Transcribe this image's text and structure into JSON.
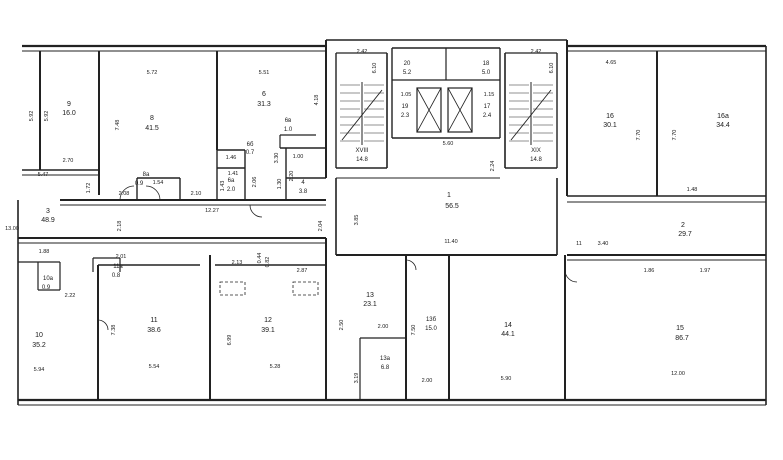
{
  "plan": {
    "rooms": [
      {
        "id": "room-9",
        "num": "9",
        "area": "16.0"
      },
      {
        "id": "room-8",
        "num": "8",
        "area": "41.5"
      },
      {
        "id": "room-6",
        "num": "6",
        "area": "31.3"
      },
      {
        "id": "room-6v",
        "num": "6в",
        "area": "1.0"
      },
      {
        "id": "room-6b",
        "num": "6б",
        "area": "0.7"
      },
      {
        "id": "room-8a",
        "num": "8а",
        "area": "0.9"
      },
      {
        "id": "room-6a",
        "num": "6а",
        "area": "2.0"
      },
      {
        "id": "room-4",
        "num": "4",
        "area": "3.8"
      },
      {
        "id": "room-3",
        "num": "3",
        "area": "48.9"
      },
      {
        "id": "room-stair-18",
        "num": "XVIII",
        "area": "14.8"
      },
      {
        "id": "room-20",
        "num": "20",
        "area": "5.2"
      },
      {
        "id": "room-18",
        "num": "18",
        "area": "5.0"
      },
      {
        "id": "room-19",
        "num": "19",
        "area": "2.3"
      },
      {
        "id": "room-17",
        "num": "17",
        "area": "2.4"
      },
      {
        "id": "room-stair-19",
        "num": "XIX",
        "area": "14.8"
      },
      {
        "id": "room-1",
        "num": "1",
        "area": "56.5"
      },
      {
        "id": "room-16",
        "num": "16",
        "area": "30.1"
      },
      {
        "id": "room-16a",
        "num": "16а",
        "area": "34.4"
      },
      {
        "id": "room-2",
        "num": "2",
        "area": "29.7"
      },
      {
        "id": "room-10a",
        "num": "10а",
        "area": "0.9"
      },
      {
        "id": "room-11a",
        "num": "11а",
        "area": "0.8"
      },
      {
        "id": "room-10",
        "num": "10",
        "area": "35.2"
      },
      {
        "id": "room-11",
        "num": "11",
        "area": "38.6"
      },
      {
        "id": "room-12",
        "num": "12",
        "area": "39.1"
      },
      {
        "id": "room-13",
        "num": "13",
        "area": "23.1"
      },
      {
        "id": "room-13b",
        "num": "13б",
        "area": "15.0"
      },
      {
        "id": "room-13a",
        "num": "13а",
        "area": "6.8"
      },
      {
        "id": "room-14",
        "num": "14",
        "area": "44.1"
      },
      {
        "id": "room-15",
        "num": "15",
        "area": "86.7"
      }
    ],
    "dims": [
      "5.72",
      "5.51",
      "2.42",
      "6.10",
      "2.42",
      "6.10",
      "4.65",
      "5.92",
      "5.92",
      "7.48",
      "4.18",
      "1.05",
      "1.15",
      "5.60",
      "7.70",
      "7.70",
      "2.70",
      "5.47",
      "1.72",
      "2.08",
      "1.54",
      "2.10",
      "1.46",
      "1.41",
      "2.06",
      "3.30",
      "2.20",
      "1.00",
      "2.24",
      "1.48",
      "12.27",
      "2.18",
      "2.04",
      "3.85",
      "11.40",
      "13.00",
      "1.88",
      "2.01",
      "0.44",
      "0.82",
      "2.13",
      "2.87",
      "1.86",
      "1.97",
      "2.22",
      "7.38",
      "6.99",
      "2.50",
      "2.00",
      "7.50",
      "5.94",
      "5.54",
      "5.28",
      "3.19",
      "2.00",
      "5.90",
      "12.00",
      "3.40",
      "1.43",
      "1.30",
      "11"
    ]
  }
}
